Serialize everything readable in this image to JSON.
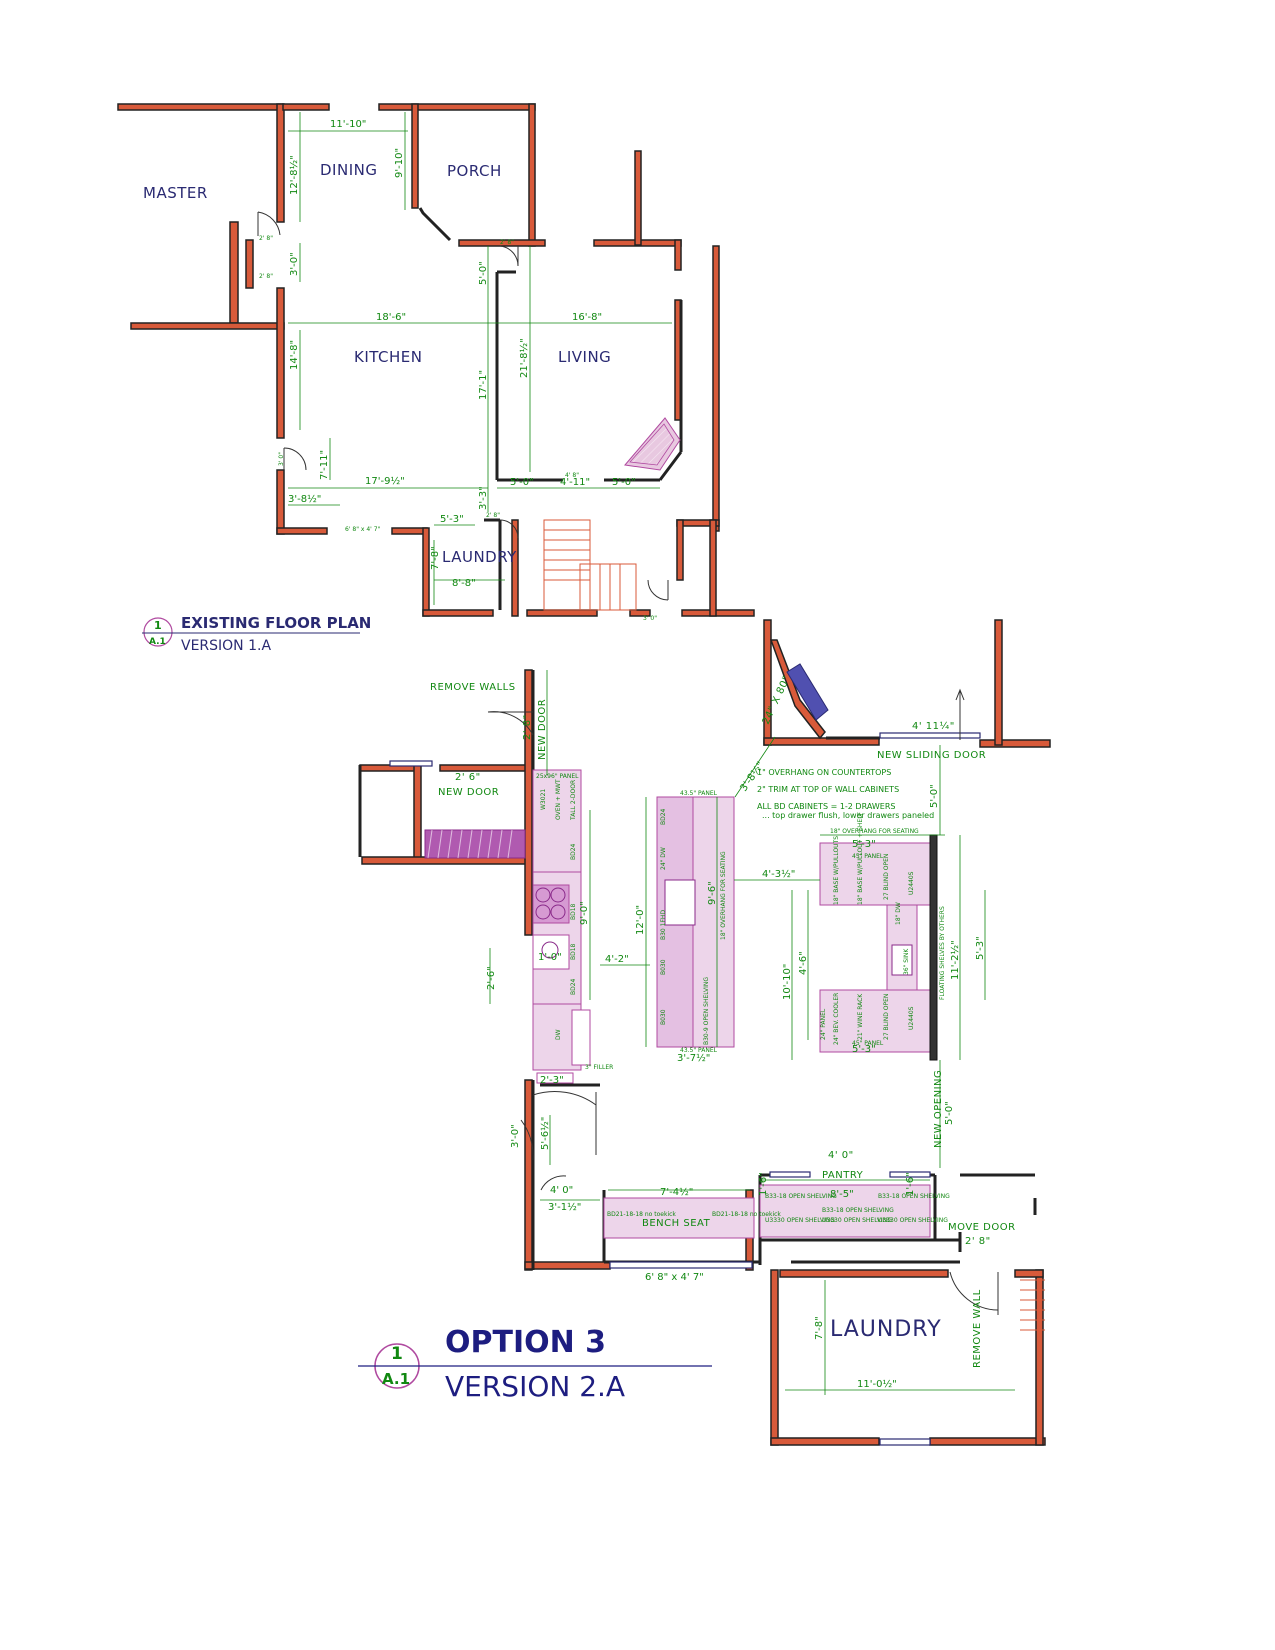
{
  "colors": {
    "wall_fill": "#d85a3a",
    "wall_stroke": "#222222",
    "dimension": "#118811",
    "label": "#2a2a72",
    "cabinet": "#c060c0"
  },
  "existing": {
    "rooms": {
      "master": "MASTER",
      "dining": "DINING",
      "porch": "PORCH",
      "kitchen": "KITCHEN",
      "living": "LIVING",
      "laundry": "LAUNDRY"
    },
    "dims": {
      "d1": "11'-10\"",
      "d2": "12'-8½\"",
      "d3": "9'-10\"",
      "d4": "3'-0\"",
      "d5": "5'-0\"",
      "d6": "18'-6\"",
      "d7": "16'-8\"",
      "d8": "14'-8\"",
      "d9": "21'-8½\"",
      "d10": "17'-1\"",
      "d11": "7'-11\"",
      "d12": "17'-9½\"",
      "d13": "3'-8½\"",
      "d14": "3'-3\"",
      "d15": "5'-0\"",
      "d16": "4'-11\"",
      "d17": "5'-0\"",
      "d18": "5'-3\"",
      "d19": "7'-8\"",
      "d20": "8'-8\"",
      "d21": "6' 8\" x 4' 7\"",
      "d22": "3' 0\"",
      "d23": "3' 0\"",
      "d24": "2' 8\"",
      "d25": "2' 8\"",
      "d26": "2' 8\"",
      "d27": "4' 8\"",
      "d28": "2' 8\""
    },
    "title_block": {
      "number": "1",
      "sheet": "A.1",
      "title": "EXISTING FLOOR PLAN",
      "version": "VERSION 1.A"
    }
  },
  "option": {
    "labels": {
      "remove_walls": "REMOVE WALLS",
      "new_door_1": "NEW DOOR",
      "new_door_1_size": "2' 8\"",
      "new_door_2": "NEW DOOR",
      "new_door_2_size": "2' 6\"",
      "new_sliding_door": "NEW SLIDING DOOR",
      "sliding_size": "4' 11¼\"",
      "window_size": "24\" X 80\"",
      "new_opening": "NEW OPENING",
      "pantry": "PANTRY",
      "pantry_size": "4' 0\"",
      "move_door": "MOVE DOOR",
      "move_door_size": "2' 8\"",
      "remove_wall": "REMOVE WALL",
      "laundry": "LAUNDRY",
      "bench_seat": "BENCH SEAT",
      "floating_shelves": "FLOATING SHELVES BY OTHERS",
      "filler": "3\" FILLER"
    },
    "notes": [
      "1\" OVERHANG ON COUNTERTOPS",
      "2\" TRIM AT TOP OF WALL CABINETS",
      "ALL BD CABINETS = 1-2 DRAWERS",
      "... top drawer flush, lower drawers paneled"
    ],
    "dims": {
      "o1": "3'-8½\"",
      "o2": "5'-0\"",
      "o3": "9'-0\"",
      "o4": "2'-6\"",
      "o5": "1'-0\"",
      "o6": "4'-2\"",
      "o7": "12'-0\"",
      "o8": "9'-6\"",
      "o9": "3'-7½\"",
      "o10": "4'-3½\"",
      "o11": "5'-3\"",
      "o12": "4'-6\"",
      "o13": "10'-10\"",
      "o14": "11'-2½\"",
      "o15": "5'-3\"",
      "o16": "5'-3\"",
      "o17": "5'-0\"",
      "o18": "3'-0\"",
      "o19": "5'-6½\"",
      "o20": "2'-3\"",
      "o21": "4' 0\"",
      "o22": "3'-1½\"",
      "o23": "7'-4½\"",
      "o24": "6' 8\" x 4' 7\"",
      "o25": "8'-5\"",
      "o26": "1'-6\"",
      "o27": "1'-6\"",
      "o28": "7'-8\"",
      "o29": "11'-0½\""
    },
    "cabinets": {
      "panel_a": "25x96\" PANEL",
      "c1": "W3021",
      "c2": "OVEN + MWT",
      "c3": "TALL 2-DOOR",
      "c4": "BD24",
      "c5": "BD18",
      "c6": "BD18",
      "c7": "BD24",
      "c8": "DW",
      "i1": "BD24",
      "i2": "24\" DW",
      "i3": "B30 1FHD",
      "i4": "B030",
      "i5": "B030",
      "i6": "B30-9 OPEN SHELVING",
      "panel_b": "43.5\" PANEL",
      "panel_c": "43.5\" PANEL",
      "i7": "18\" OVERHANG FOR SEATING",
      "r1": "18\" BASE W/PULLOUTS",
      "r2": "18\" BASE W/PULLOUT + SHELF",
      "r3": "27 BLIND OPEN",
      "r4": "U2440S",
      "r5": "18\" DW",
      "r6": "24\" BEV. COOLER",
      "r7": "21\" WINE RACK",
      "r8": "27 BLIND OPEN",
      "r9": "U2440S",
      "r10": "45\" PANEL",
      "r11": "45\" PANEL",
      "r12": "18\" OVERHANG FOR SEATING",
      "r13": "24\" PANEL",
      "r14": "36\" SINK",
      "p1": "B33-18 OPEN SHELVING",
      "p2": "B33-18 OPEN SHELVING",
      "p3": "B33-18 OPEN SHELVING",
      "p4": "U3330 OPEN SHELVING",
      "p5": "U3330 OPEN SHELVING",
      "p6": "U3330 OPEN SHELVING",
      "b1": "BD21-18-18 no toekick",
      "b2": "BD21-18-18 no toekick"
    },
    "title_block": {
      "number": "1",
      "sheet": "A.1",
      "title": "OPTION 3",
      "version": "VERSION 2.A"
    }
  }
}
